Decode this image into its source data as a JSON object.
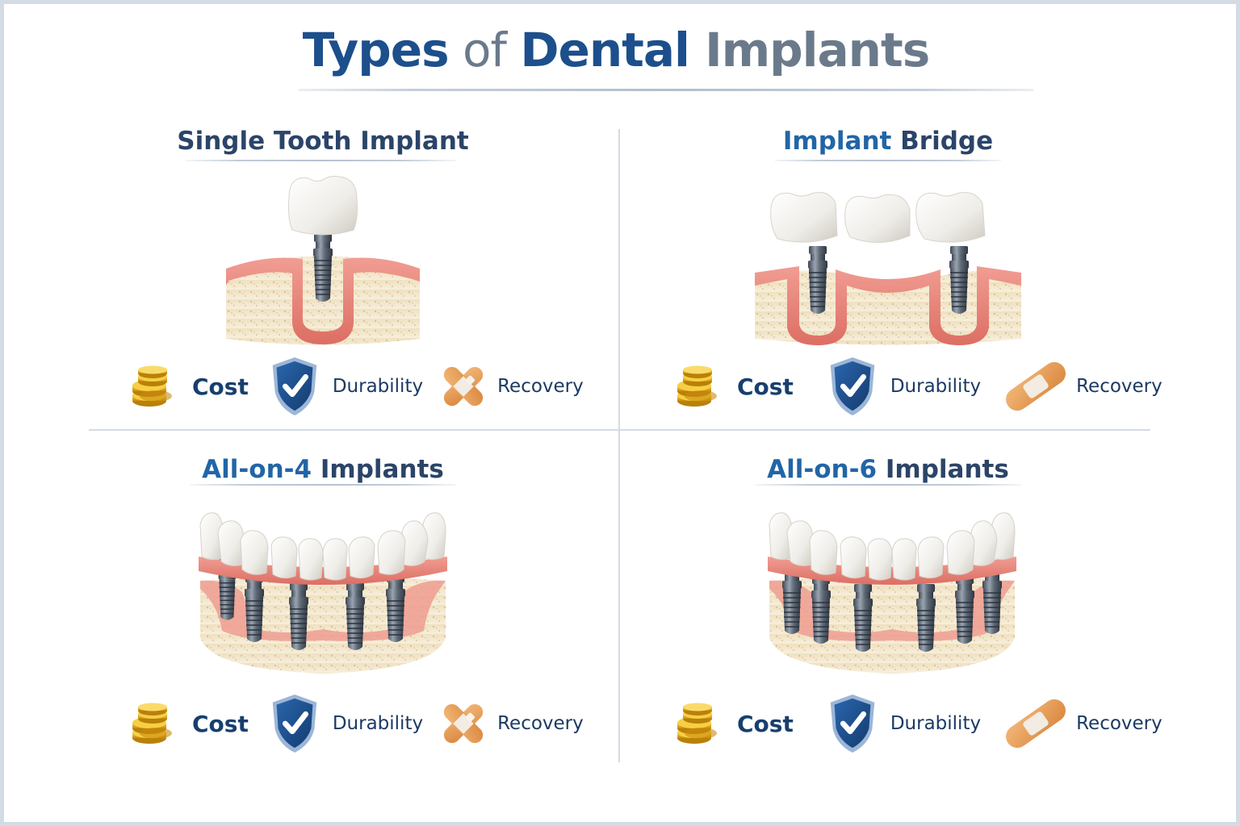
{
  "title": {
    "parts": [
      {
        "text": "Types",
        "style": "dark"
      },
      {
        "text": " of ",
        "style": "gray"
      },
      {
        "text": "Dental",
        "style": "dark"
      },
      {
        "text": " Implants",
        "style": "grayb"
      }
    ],
    "full": "Types of Dental Implants"
  },
  "colors": {
    "title_blue": "#1c4f8c",
    "title_gray": "#6b7a8b",
    "panel_title": "#2b4468",
    "accent_blue": "#2265a6",
    "gum_pink": "#e9847a",
    "bone_beige": "#efe2c4",
    "tooth_white": "#f3f1ec",
    "metal": "#5b6673",
    "coin_gold": "#e8b21f",
    "shield_blue": "#1d4f8f",
    "bandage_orange": "#e7a15a",
    "divider": "#d2dbe5"
  },
  "panels": [
    {
      "title_accent": "",
      "title_rest": "Single Tooth Implant",
      "illustration": "single-tooth-implant",
      "metrics": [
        {
          "icon": "coin-stack-icon",
          "label": "Cost"
        },
        {
          "icon": "shield-check-icon",
          "label": "Durability"
        },
        {
          "icon": "crossed-bandage-icon",
          "label": "Recovery"
        }
      ]
    },
    {
      "title_accent": "Implant",
      "title_rest": " Bridge",
      "illustration": "implant-bridge",
      "metrics": [
        {
          "icon": "coin-stack-icon",
          "label": "Cost"
        },
        {
          "icon": "shield-check-icon",
          "label": "Durability"
        },
        {
          "icon": "bandage-icon",
          "label": "Recovery"
        }
      ]
    },
    {
      "title_accent": "All-on-4",
      "title_rest": " Implants",
      "illustration": "all-on-4-implants",
      "metrics": [
        {
          "icon": "coin-stack-icon",
          "label": "Cost"
        },
        {
          "icon": "shield-check-icon",
          "label": "Durability"
        },
        {
          "icon": "crossed-bandage-icon",
          "label": "Recovery"
        }
      ]
    },
    {
      "title_accent": "All-on-6",
      "title_rest": " Implants",
      "illustration": "all-on-6-implants",
      "metrics": [
        {
          "icon": "coin-stack-icon",
          "label": "Cost"
        },
        {
          "icon": "shield-check-icon",
          "label": "Durability"
        },
        {
          "icon": "bandage-icon",
          "label": "Recovery"
        }
      ]
    }
  ]
}
